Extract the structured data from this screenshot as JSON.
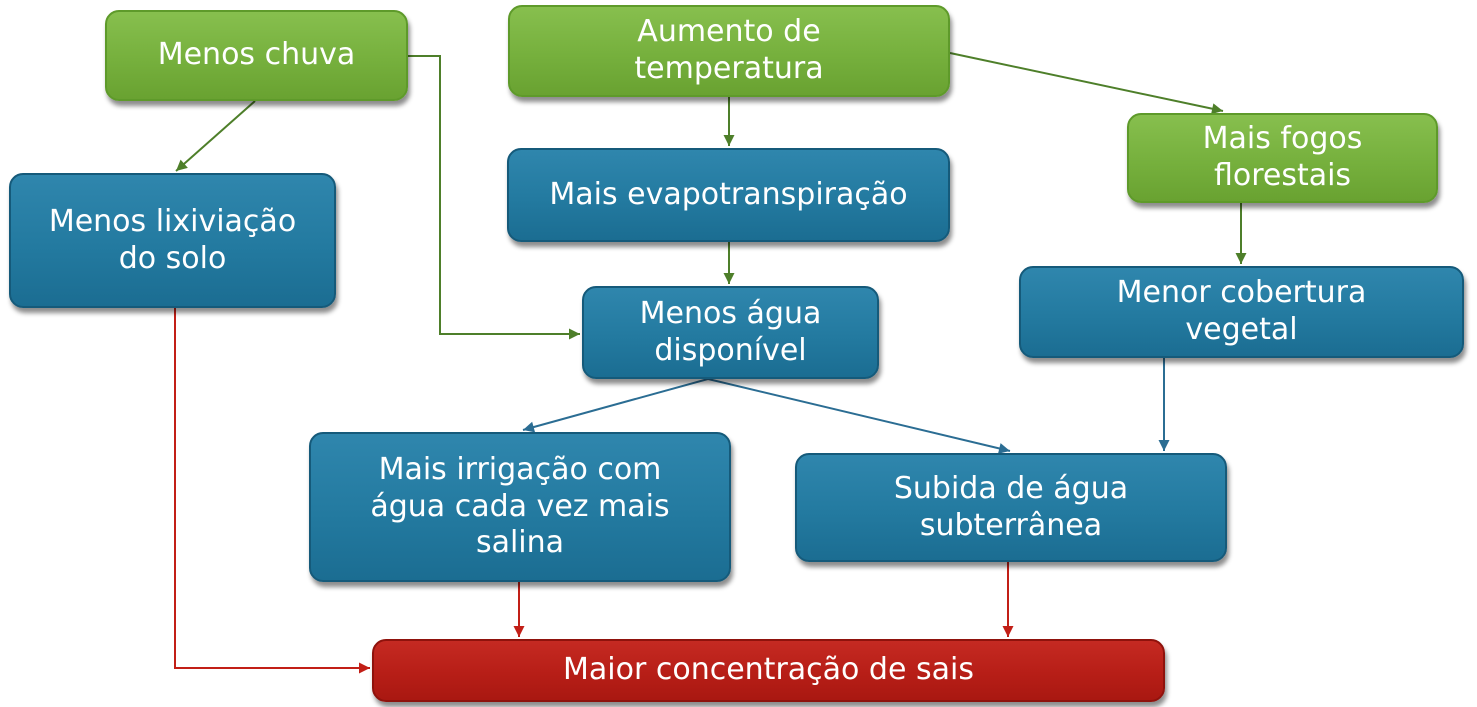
{
  "diagram": {
    "colors": {
      "cause": "#76b03d",
      "effect": "#237aa0",
      "result": "#b71e17",
      "edge_green": "#4e7f2a",
      "edge_blue": "#2b6d93",
      "edge_red": "#c21f17"
    },
    "nodes": {
      "menos_chuva": "Menos chuva",
      "aumento_temperatura": "Aumento  de\ntemperatura",
      "mais_fogos": "Mais fogos\nflorestais",
      "menos_lixiviacao": "Menos lixiviação\ndo solo",
      "mais_evapotranspiracao": "Mais evapotranspiração",
      "menos_agua": "Menos água\ndisponível",
      "menor_cobertura": "Menor cobertura\nvegetal",
      "mais_irrigacao": "Mais irrigação com\nágua cada vez mais\nsalina",
      "subida_agua": "Subida de água\nsubterrânea",
      "maior_concentracao": "Maior concentração  de sais"
    },
    "edges": [
      {
        "from": "menos_chuva",
        "to": "menos_lixiviacao",
        "color": "edge_green"
      },
      {
        "from": "menos_chuva",
        "to": "menos_agua",
        "color": "edge_green"
      },
      {
        "from": "aumento_temperatura",
        "to": "mais_evapotranspiracao",
        "color": "edge_green"
      },
      {
        "from": "aumento_temperatura",
        "to": "mais_fogos",
        "color": "edge_green"
      },
      {
        "from": "mais_evapotranspiracao",
        "to": "menos_agua",
        "color": "edge_green"
      },
      {
        "from": "mais_fogos",
        "to": "menor_cobertura",
        "color": "edge_green"
      },
      {
        "from": "menos_agua",
        "to": "mais_irrigacao",
        "color": "edge_blue"
      },
      {
        "from": "menos_agua",
        "to": "subida_agua",
        "color": "edge_blue"
      },
      {
        "from": "menor_cobertura",
        "to": "subida_agua",
        "color": "edge_blue"
      },
      {
        "from": "menos_lixiviacao",
        "to": "maior_concentracao",
        "color": "edge_red"
      },
      {
        "from": "mais_irrigacao",
        "to": "maior_concentracao",
        "color": "edge_red"
      },
      {
        "from": "subida_agua",
        "to": "maior_concentracao",
        "color": "edge_red"
      }
    ]
  }
}
